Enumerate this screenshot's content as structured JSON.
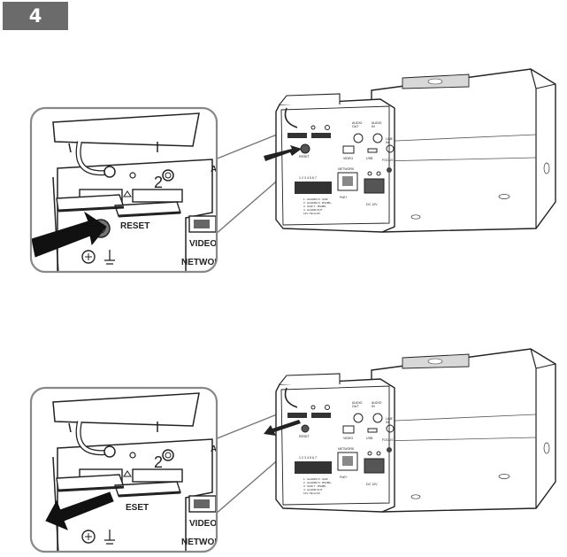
{
  "step_number": "4",
  "panels": [
    {
      "id": "insert",
      "zoom_labels": {
        "reset": "RESET",
        "slot_number": "2",
        "video": "VIDEO",
        "network": "NETWORK",
        "top_edge": "A"
      },
      "camera_labels": {
        "audio_out": "AUDIO\nOUT",
        "audio_in": "AUDIO\nIN",
        "line": "LINE\nIN",
        "reset": "RESET",
        "video": "VIDEO",
        "usb": "USB",
        "focus": "FOCUS",
        "network": "NETWORK",
        "poe": "PoE+",
        "dc": "DC 12V",
        "terminal_numbers": "1 2 3 4 5 6 7",
        "terminal_legend": [
          "1 : ALARM1  5 : GND",
          "2 : ALARM2  6 : RS485+",
          "3 : GND      7 : RS485-",
          "4 : ALARM OUT",
          "   12V 70mA DC"
        ]
      }
    },
    {
      "id": "remove",
      "zoom_labels": {
        "reset": "ESET",
        "slot_number": "2",
        "video": "VIDEO",
        "network": "NETWORK",
        "top_edge": "A"
      },
      "camera_labels": {
        "audio_out": "AUDIO\nOUT",
        "audio_in": "AUDIO\nIN",
        "line": "LINE\nIN",
        "reset": "RESET",
        "video": "VIDEO",
        "usb": "USB",
        "focus": "FOCUS",
        "network": "NETWORK",
        "poe": "PoE+",
        "dc": "DC 12V",
        "terminal_numbers": "1 2 3 4 5 6 7",
        "terminal_legend": [
          "1 : ALARM1  5 : GND",
          "2 : ALARM2  6 : RS485+",
          "3 : GND      7 : RS485-",
          "4 : ALARM OUT",
          "   12V 70mA DC"
        ]
      }
    }
  ]
}
